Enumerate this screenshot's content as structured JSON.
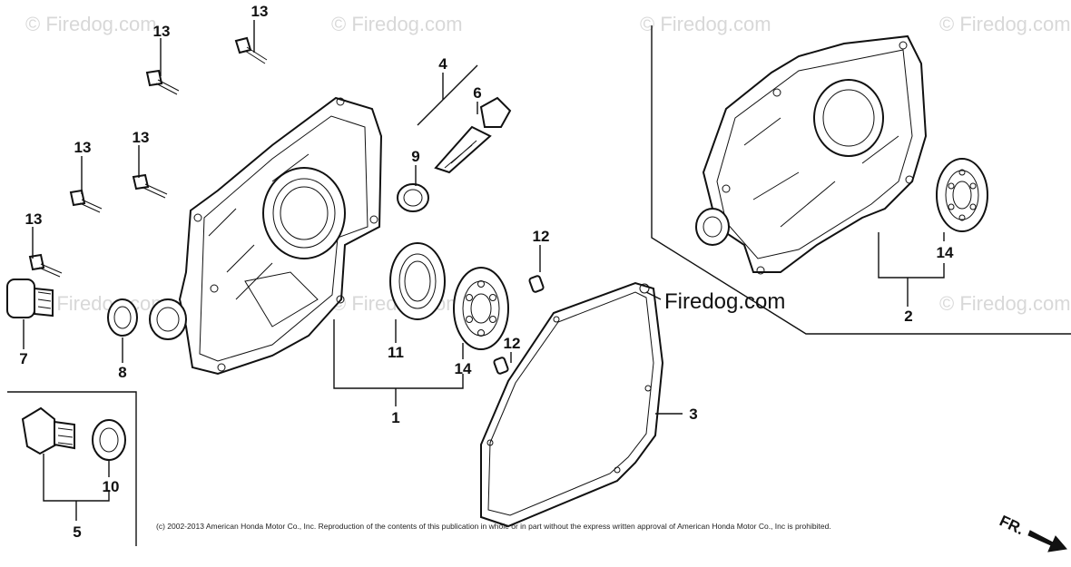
{
  "watermarks": [
    "© Firedog.com",
    "© Firedog.com",
    "© Firedog.com",
    "© Firedog.com",
    "© Firedog.com",
    "© Firedog.com",
    "© Firedog.com"
  ],
  "brand_label": "Firedog.com",
  "copyright": "(c) 2002-2013 American Honda Motor Co., Inc. Reproduction of the contents of this publication in whole or in part without the express written approval of American Honda Motor Co., Inc is prohibited.",
  "direction_label": "FR.",
  "callouts": {
    "c1": "1",
    "c2": "2",
    "c3": "3",
    "c4": "4",
    "c5": "5",
    "c6": "6",
    "c7": "7",
    "c8": "8",
    "c9": "9",
    "c10": "10",
    "c11": "11",
    "c12a": "12",
    "c12b": "12",
    "c13a": "13",
    "c13b": "13",
    "c13c": "13",
    "c13d": "13",
    "c13e": "13",
    "c14a": "14",
    "c14b": "14"
  },
  "colors": {
    "ink": "#111111",
    "watermark": "#d8d8d8",
    "background": "#ffffff"
  }
}
